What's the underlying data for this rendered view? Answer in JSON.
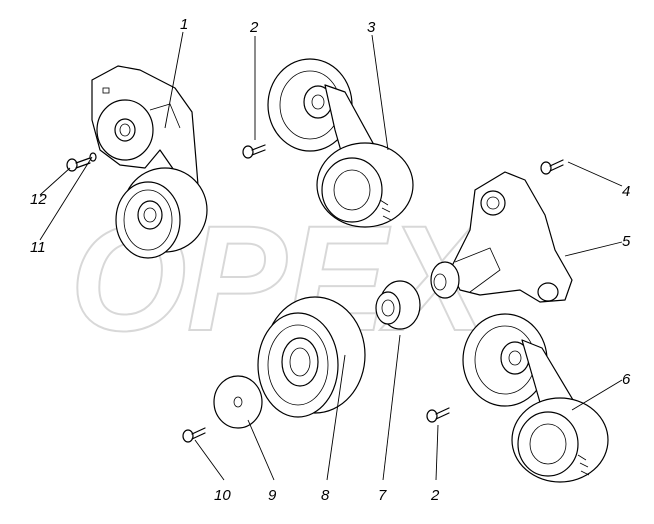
{
  "diagram": {
    "watermark": "OPEX",
    "callouts": [
      {
        "id": "c1",
        "label": "1"
      },
      {
        "id": "c2a",
        "label": "2"
      },
      {
        "id": "c3",
        "label": "3"
      },
      {
        "id": "c4",
        "label": "4"
      },
      {
        "id": "c5",
        "label": "5"
      },
      {
        "id": "c6",
        "label": "6"
      },
      {
        "id": "c2b",
        "label": "2"
      },
      {
        "id": "c7",
        "label": "7"
      },
      {
        "id": "c8",
        "label": "8"
      },
      {
        "id": "c9",
        "label": "9"
      },
      {
        "id": "c10",
        "label": "10"
      },
      {
        "id": "c11",
        "label": "11"
      },
      {
        "id": "c12",
        "label": "12"
      }
    ]
  }
}
